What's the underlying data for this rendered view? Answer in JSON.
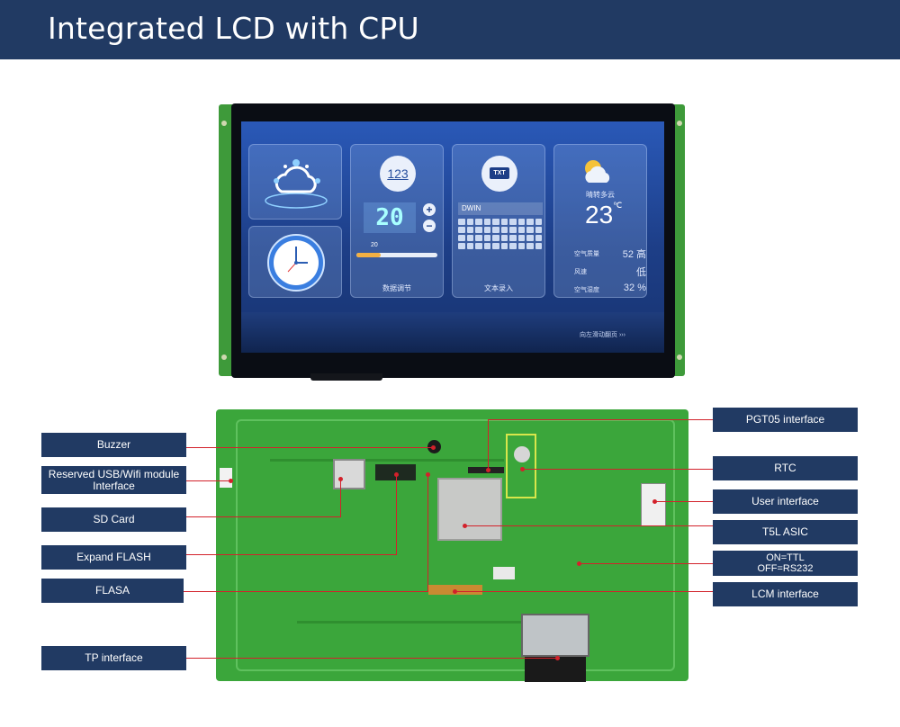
{
  "header": {
    "title": "Integrated LCD with CPU"
  },
  "screen": {
    "cards": {
      "number_adjust_label": "数据调节",
      "number_icon_text": "123",
      "number_value": "20",
      "slider_value": "20",
      "slider_fraction": 0.3,
      "text_entry_label": "文本录入",
      "txt_icon_text": "TXT",
      "input_text": "DWIN",
      "weather": {
        "condition": "晴转多云",
        "temperature": "23",
        "unit": "℃",
        "rows": [
          {
            "label": "空气质量",
            "value": "52 高"
          },
          {
            "label": "风速",
            "value": "低"
          },
          {
            "label": "空气湿度",
            "value": "32 %"
          }
        ]
      }
    },
    "swipe_hint": "向左滑动翻页"
  },
  "labels_left": {
    "buzzer": "Buzzer",
    "usb_wifi": "Reserved USB/Wifi module Interface",
    "sd_card": "SD Card",
    "expand_flash": "Expand FLASH",
    "flasa": "FLASA",
    "tp_interface": "TP interface"
  },
  "labels_right": {
    "pgt05": "PGT05 interface",
    "rtc": "RTC",
    "user_interface": "User interface",
    "t5l_asic": "T5L ASIC",
    "ttl_rs232": "ON=TTL\nOFF=RS232",
    "lcm_interface": "LCM interface"
  },
  "colors": {
    "header": "#213a63",
    "pcb": "#3ba63b",
    "lead": "#d3212b",
    "label_bg": "#213a63"
  }
}
